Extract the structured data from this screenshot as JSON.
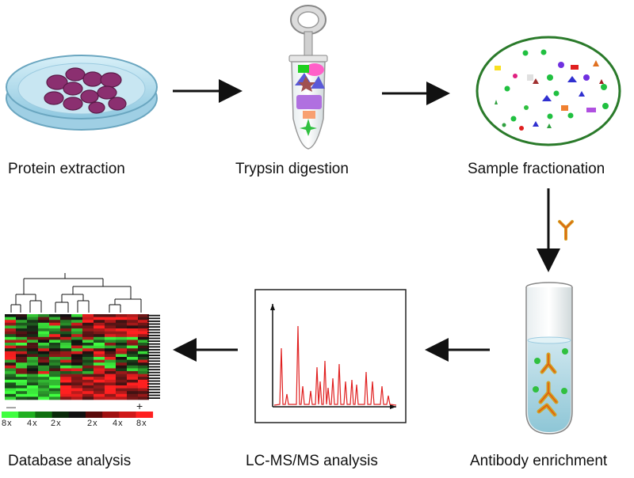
{
  "steps": [
    {
      "id": "protein-extraction",
      "label": "Protein extraction"
    },
    {
      "id": "trypsin-digestion",
      "label": "Trypsin digestion"
    },
    {
      "id": "sample-fractionation",
      "label": "Sample fractionation"
    },
    {
      "id": "antibody-enrichment",
      "label": "Antibody enrichment"
    },
    {
      "id": "lc-ms-ms-analysis",
      "label": "LC-MS/MS analysis"
    },
    {
      "id": "database-analysis",
      "label": "Database analysis"
    }
  ],
  "heatmap": {
    "scale_labels": [
      "8x",
      "4x",
      "2x",
      "2x",
      "4x",
      "8x"
    ],
    "low_marker": "—",
    "high_marker": "+",
    "colors": {
      "high": "#ff2020",
      "low": "#40ff40",
      "neutral": "#101010"
    }
  },
  "colors": {
    "arrow": "#111111",
    "dish_border": "#2a7a2a",
    "spectrum": "#e02020",
    "antibody": "#d4a020"
  }
}
